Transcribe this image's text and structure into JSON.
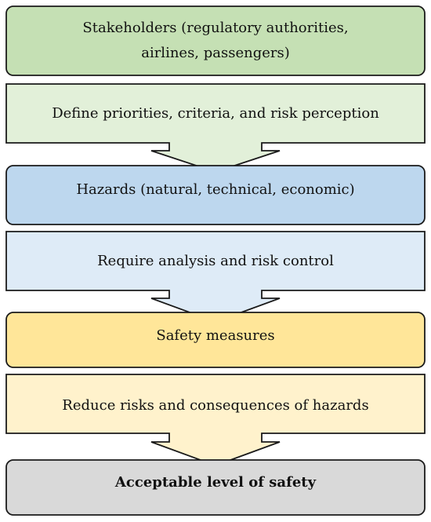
{
  "flow": {
    "stakeholders": "Stakeholders (regulatory authorities, airlines, passengers)",
    "define": "Define priorities, criteria, and risk perception",
    "hazards": "Hazards (natural, technical, economic)",
    "require": "Require analysis and risk control",
    "safety_measures": "Safety measures",
    "reduce": "Reduce risks and consequences of hazards",
    "acceptable": "Acceptable level of safety"
  },
  "colors": {
    "green": "#c5e0b4",
    "light_green": "#e2f0d9",
    "blue": "#bdd7ee",
    "light_blue": "#deebf7",
    "yellow": "#ffe699",
    "light_yellow": "#fff2cc",
    "gray": "#d9d9d9",
    "stroke": "#1a1a1a"
  }
}
